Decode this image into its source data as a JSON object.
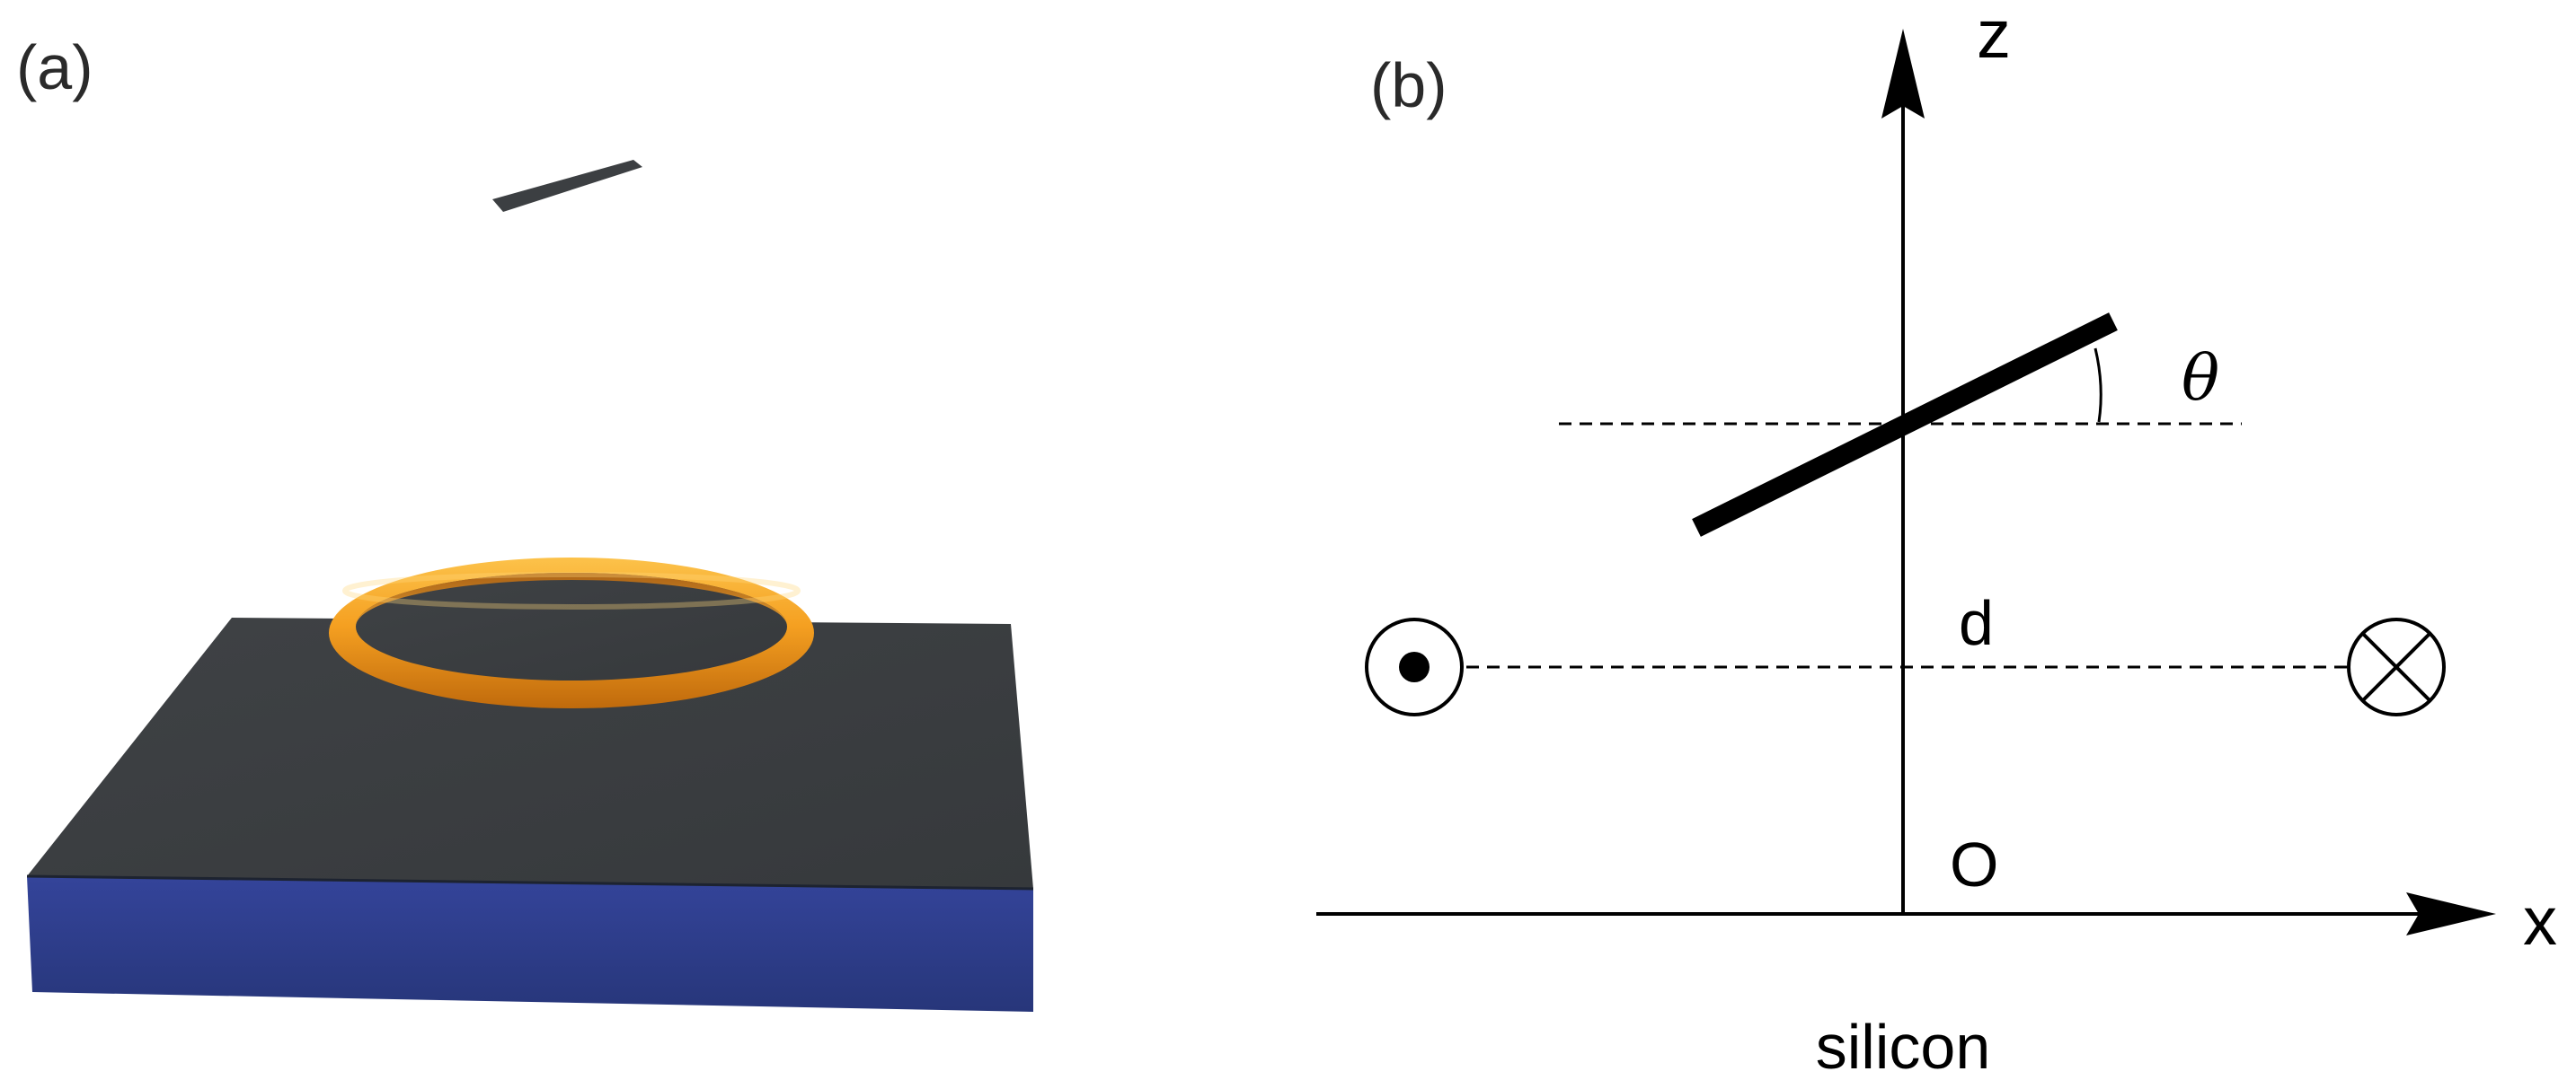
{
  "panel_a": {
    "label": "(a)"
  },
  "panel_b": {
    "label": "(b)",
    "axis_z_label": "z",
    "axis_x_label": "x",
    "angle_label": "θ",
    "distance_label": "d",
    "origin_label": "O",
    "substrate_label": "silicon"
  },
  "colors": {
    "ring_orange": "#f5a623",
    "substrate_top": "#3a3d40",
    "substrate_side": "#2e3d87",
    "ink": "#000000"
  }
}
